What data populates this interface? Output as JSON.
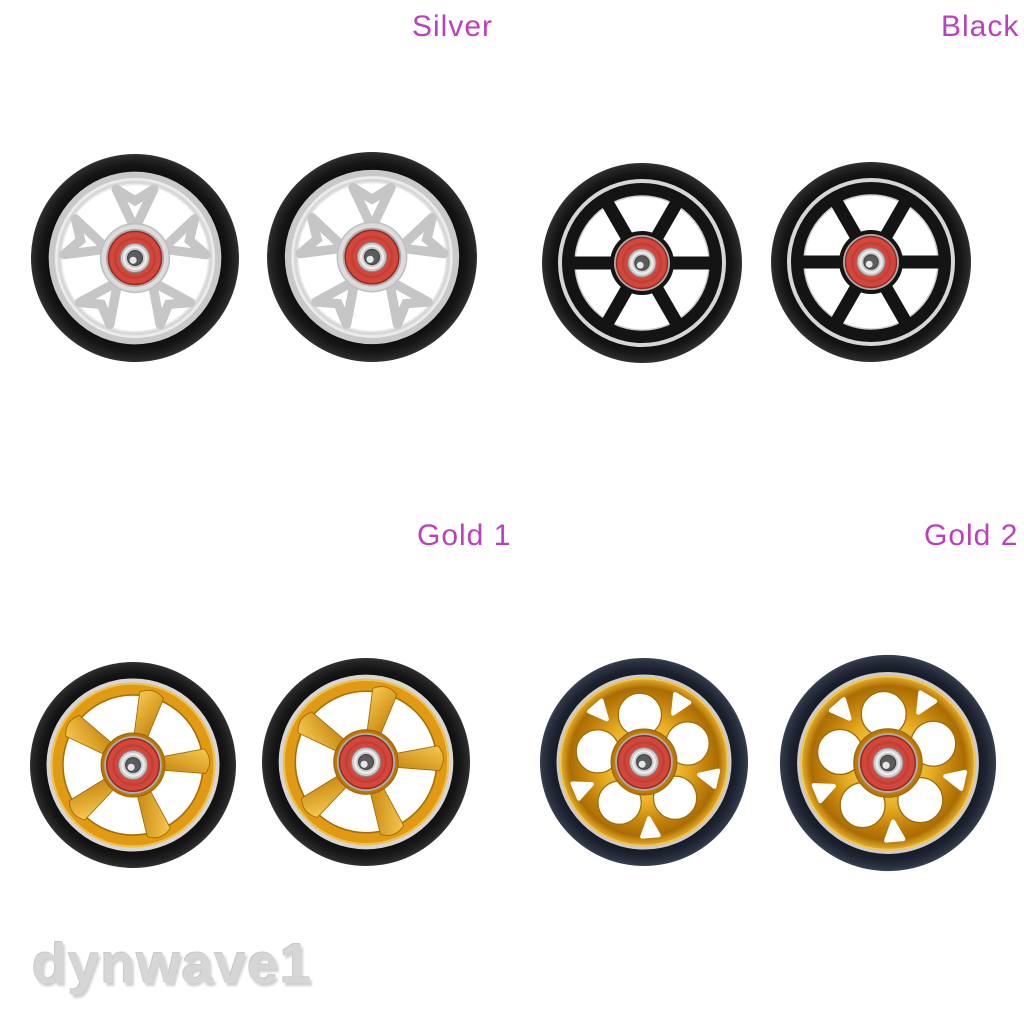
{
  "page": {
    "background": "#ffffff",
    "description": "Product photo collage of pairs of pro stunt scooter wheels in four color variants"
  },
  "variants": [
    {
      "label": "Silver",
      "hub_style": "silver five-spoke star hub",
      "hub_color": "#e8e8e8",
      "tire_color": "#1c1c1c",
      "wheels_shown": 2
    },
    {
      "label": "Black",
      "hub_style": "black six-spoke hub with silver lip",
      "hub_color": "#141414",
      "tire_color": "#1e1e1e",
      "wheels_shown": 2
    },
    {
      "label": "Gold 1",
      "hub_style": "gold five-spoke hub",
      "hub_color": "#e09a13",
      "tire_color": "#1c1c1c",
      "wheels_shown": 2
    },
    {
      "label": "Gold 2",
      "hub_style": "gold drilled five-hole hub",
      "hub_color": "#e7ab20",
      "tire_color": "#232836",
      "wheels_shown": 2
    }
  ],
  "watermark": {
    "text": "dynwave1"
  },
  "colors": {
    "page": "#ffffff",
    "label": "#bb3fbf",
    "watermark": "#d6d6d6",
    "bearing_red": "#d2463b",
    "bearing_silver": "#cbcbcb",
    "gold": "#e09a13",
    "silver_lip": "#d6d6d6",
    "black_hub": "#141414"
  }
}
